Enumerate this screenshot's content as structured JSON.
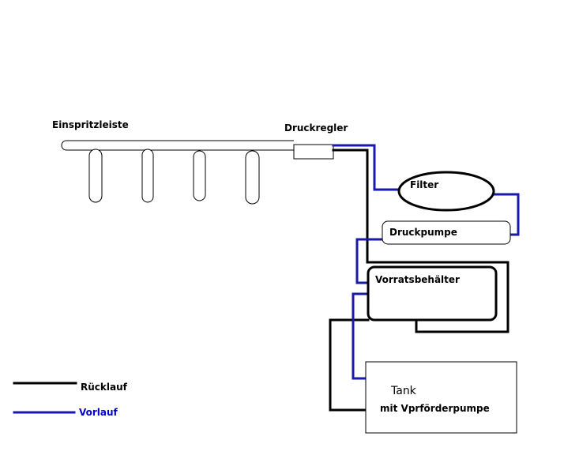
{
  "labels": {
    "rail": "Einspritzleiste",
    "regulator": "Druckregler",
    "filter": "Filter",
    "pump": "Druckpumpe",
    "reservoir": "Vorratsbehälter",
    "tank": "Tank",
    "tank_sub": "mit Vprförderpumpe"
  },
  "legend": {
    "return_label": "Rücklauf",
    "supply_label": "Vorlauf"
  },
  "colors": {
    "return_line": "#000000",
    "supply_line": "#1a1aa8",
    "supply_text": "#0000cc"
  }
}
